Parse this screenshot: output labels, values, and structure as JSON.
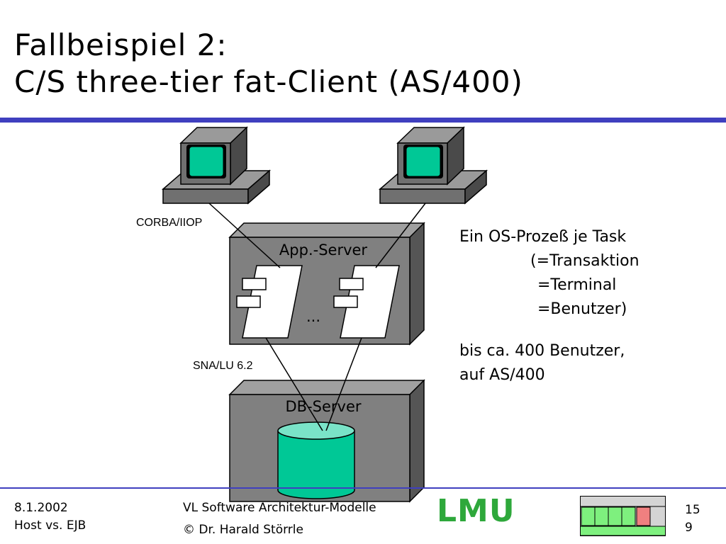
{
  "slide": {
    "title_line1": "Fallbeispiel 2:",
    "title_line2": "C/S three-tier fat-Client (AS/400)",
    "accent_color": "#3f3fbf"
  },
  "diagram": {
    "client_protocol": "CORBA/IIOP",
    "db_protocol": "SNA/LU 6.2",
    "app_server_label": "App.-Server",
    "db_server_label": "DB-Server",
    "ellipsis": "...",
    "screen_color": "#00c896",
    "database_color": "#00c896",
    "box_color": "#808080"
  },
  "notes": {
    "line1": "Ein OS-Prozeß je Task",
    "line2": "(=Transaktion",
    "line3": "=Terminal",
    "line4": "=Benutzer)",
    "line5": "bis ca. 400 Benutzer,",
    "line6": "auf AS/400"
  },
  "footer": {
    "date": "8.1.2002",
    "topic": "Host vs. EJB",
    "course": "VL Software Architektur-Modelle",
    "copyright": "© Dr. Harald Störrle",
    "logo_text": "LMU",
    "page_line1": "15",
    "page_line2": "9"
  }
}
